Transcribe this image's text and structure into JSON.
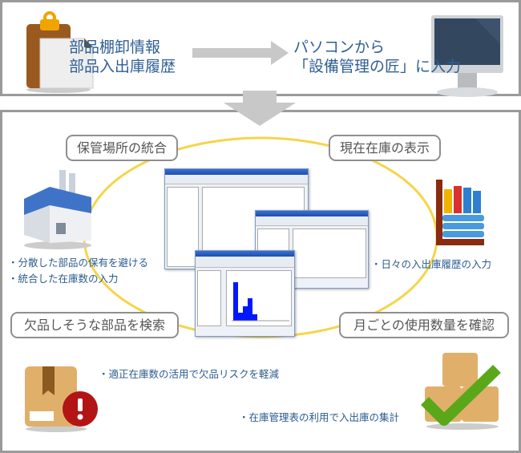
{
  "top": {
    "source_lines": [
      "部品棚卸情報",
      "部品入出庫履歴"
    ],
    "target_lines": [
      "パソコンから",
      "「設備管理の匠」に入力"
    ]
  },
  "features": [
    {
      "label": "保管場所の統合",
      "bullets": [
        "・分散した部品の保有を避ける",
        "・統合した在庫数の入力"
      ]
    },
    {
      "label": "現在在庫の表示",
      "bullets": [
        "・日々の入出庫履歴の入力"
      ]
    },
    {
      "label": "欠品しそうな部品を検索",
      "bullets": [
        "・適正在庫数の活用で欠品リスクを軽減"
      ]
    },
    {
      "label": "月ごとの使用数量を確認",
      "bullets": [
        "・在庫管理表の利用で入出庫の集計"
      ]
    }
  ],
  "colors": {
    "text": "#2b5b8e",
    "ring": "#f5d54a",
    "arrow": "#c8c8c8",
    "border": "#9a9a9a"
  }
}
